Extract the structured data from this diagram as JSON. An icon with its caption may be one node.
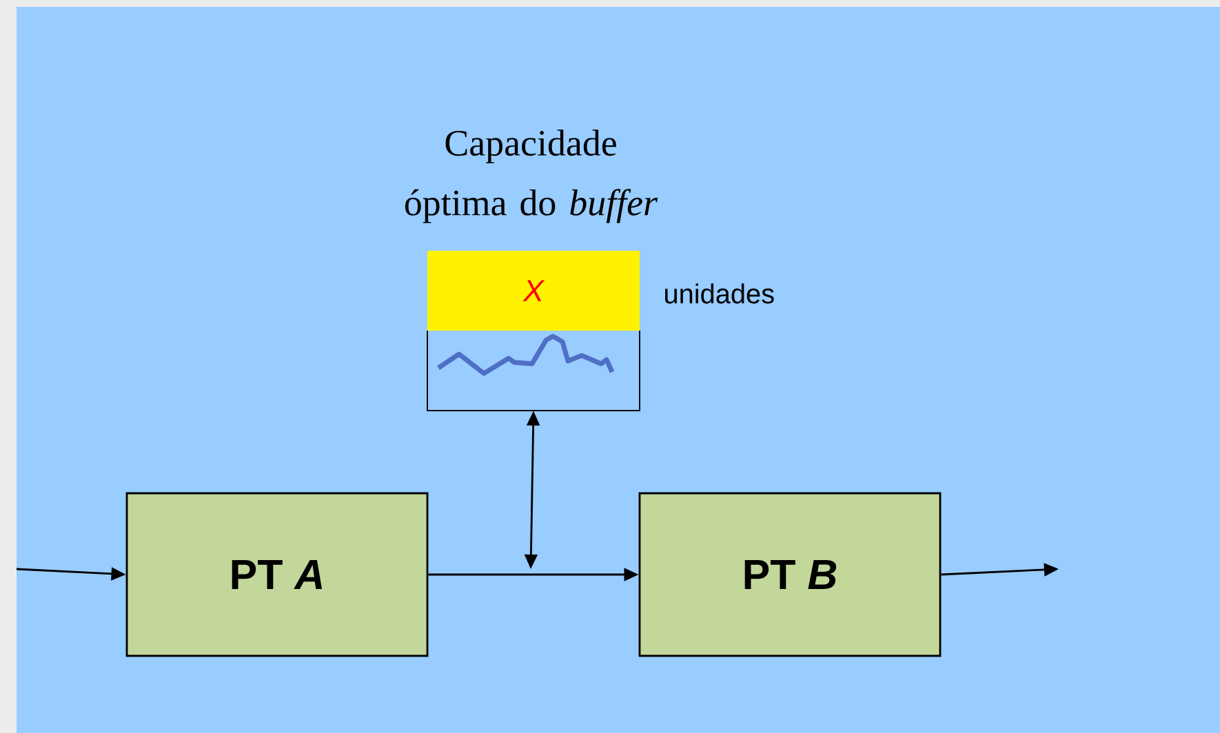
{
  "diagram": {
    "nodes": [
      {
        "text": [
          "PT *A*"
        ]
      },
      {
        "text": [
          "PT *B*"
        ]
      },
      {
        "text": [
          "Capacidade óptima do *buffer*",
          "X"
        ],
        "beside": [
          "unidades"
        ]
      }
    ],
    "edges": [
      {
        "from": null,
        "to": 0,
        "arrow": "to"
      },
      {
        "from": 0,
        "to": 1,
        "arrow": "to"
      },
      {
        "from": 1,
        "to": null,
        "arrow": "to"
      },
      {
        "from": null,
        "to": 2,
        "arrow": "both"
      }
    ]
  }
}
